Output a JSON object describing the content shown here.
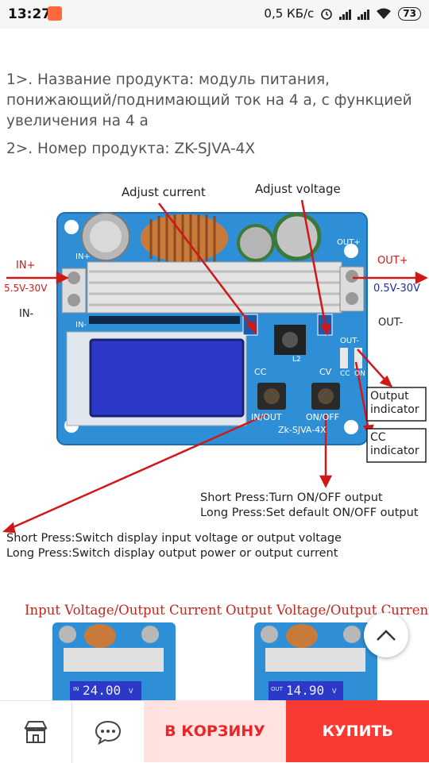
{
  "status": {
    "time": "13:27",
    "speed": "0,5 КБ/с",
    "battery": "73"
  },
  "description": {
    "line1": "1>. Название продукта: модуль питания, понижающий/поднимающий ток на 4 а, с функцией увеличения на 4 а",
    "line2": "2>. Номер продукта: ZK-SJVA-4X"
  },
  "figure": {
    "adjust_current": "Adjust current",
    "adjust_voltage": "Adjust voltage",
    "in_plus": "IN+",
    "in_voltage": "5.5V-30V",
    "in_minus": "IN-",
    "out_plus": "OUT+",
    "out_voltage": "0.5V-30V",
    "out_minus": "OUT-",
    "output_indicator": "Output indicator",
    "cc_indicator": "CC indicator",
    "board_in_plus": "IN+",
    "board_in_minus": "IN-",
    "board_out_plus": "OUT+",
    "board_out_minus": "OUT-",
    "board_cc": "CC",
    "board_cv": "CV",
    "board_in_out": "IN/OUT",
    "board_on_off": "ON/OFF",
    "board_model": "Zk-SJVA-4X",
    "board_l2": "L2",
    "board_on": "ON",
    "board_cc_led": "CC",
    "onoff_short": "Short Press:Turn ON/OFF output",
    "onoff_long": "Long Press:Set default ON/OFF output",
    "inout_short": "Short Press:Switch display input voltage or output voltage",
    "inout_long": "Long Press:Switch display output power or output current"
  },
  "thumbs": [
    {
      "title": "Input Voltage/Output Current",
      "display": "24.00",
      "unit": "V",
      "tag": "IN"
    },
    {
      "title": "Output Voltage/Output Current",
      "display": "14.90",
      "unit": "V",
      "tag": "OUT"
    }
  ],
  "bottombar": {
    "store_icon": "store-icon",
    "chat_icon": "chat-icon",
    "cart_label": "В КОРЗИНУ",
    "buy_label": "КУПИТЬ"
  },
  "colors": {
    "board_blue": "#2f8fd6",
    "cart_bg": "#ffe3e1",
    "buy_bg": "#f83a33",
    "accent_red": "#d01818"
  }
}
